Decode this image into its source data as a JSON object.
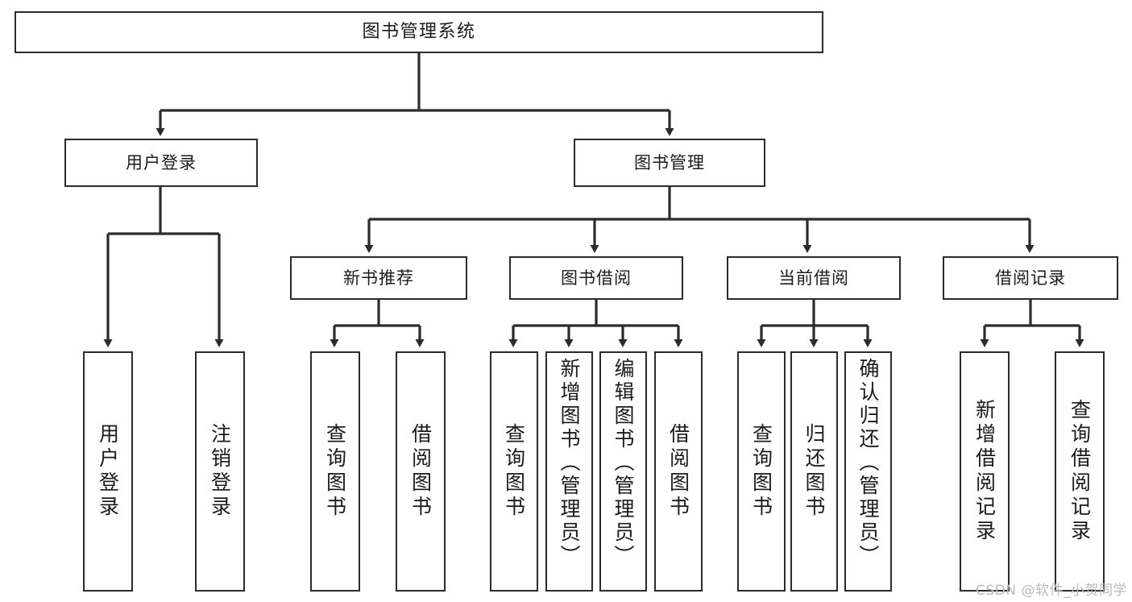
{
  "diagram": {
    "title": "图书管理系统",
    "type": "tree",
    "watermark": "CSDN @软件_小贺同学",
    "colors": {
      "box_border": "#2b2b2b",
      "box_fill": "#ffffff",
      "connector": "#2b2b2b",
      "text": "#1b1b1b",
      "watermark": "#b9b9b9",
      "background": "#ffffff"
    }
  },
  "nodes": {
    "root": {
      "label": "图书管理系统"
    },
    "level2": [
      {
        "id": "user-login",
        "label": "用户登录"
      },
      {
        "id": "book-manage",
        "label": "图书管理"
      }
    ],
    "level3": [
      {
        "id": "new-book-recommend",
        "label": "新书推荐"
      },
      {
        "id": "book-borrow",
        "label": "图书借阅"
      },
      {
        "id": "current-borrow",
        "label": "当前借阅"
      },
      {
        "id": "borrow-record",
        "label": "借阅记录"
      }
    ],
    "leaves": {
      "user_login": [
        {
          "id": "login",
          "label": "用户登录"
        },
        {
          "id": "logout",
          "label": "注销登录"
        }
      ],
      "new_book_recommend": [
        {
          "id": "query-book-1",
          "label": "查询图书"
        },
        {
          "id": "borrow-book-1",
          "label": "借阅图书"
        }
      ],
      "book_borrow": [
        {
          "id": "query-book-2",
          "label": "查询图书"
        },
        {
          "id": "add-book",
          "label": "新增图书（管理员）"
        },
        {
          "id": "edit-book",
          "label": "编辑图书（管理员）"
        },
        {
          "id": "borrow-book-2",
          "label": "借阅图书"
        }
      ],
      "current_borrow": [
        {
          "id": "query-book-3",
          "label": "查询图书"
        },
        {
          "id": "return-book",
          "label": "归还图书"
        },
        {
          "id": "confirm-return",
          "label": "确认归还（管理员）"
        }
      ],
      "borrow_record": [
        {
          "id": "add-record",
          "label": "新增借阅记录"
        },
        {
          "id": "query-record",
          "label": "查询借阅记录"
        }
      ]
    }
  }
}
